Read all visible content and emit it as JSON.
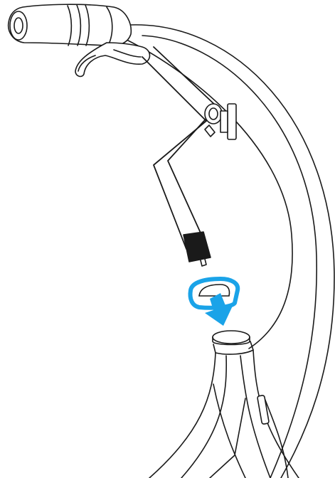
{
  "diagram": {
    "colors": {
      "background": "#ffffff",
      "line": "#1a1a1a",
      "seatpost_insert": "#1a1a1a",
      "accent": "#1aa3e8"
    },
    "components": [
      "handlebar-grip",
      "brake-lever",
      "stem",
      "seatpost-clamp-fitting",
      "cable-housing",
      "wedge-cap",
      "insert-arrow",
      "frame-head-tube"
    ],
    "action": "insert-wedge-into-frame"
  }
}
